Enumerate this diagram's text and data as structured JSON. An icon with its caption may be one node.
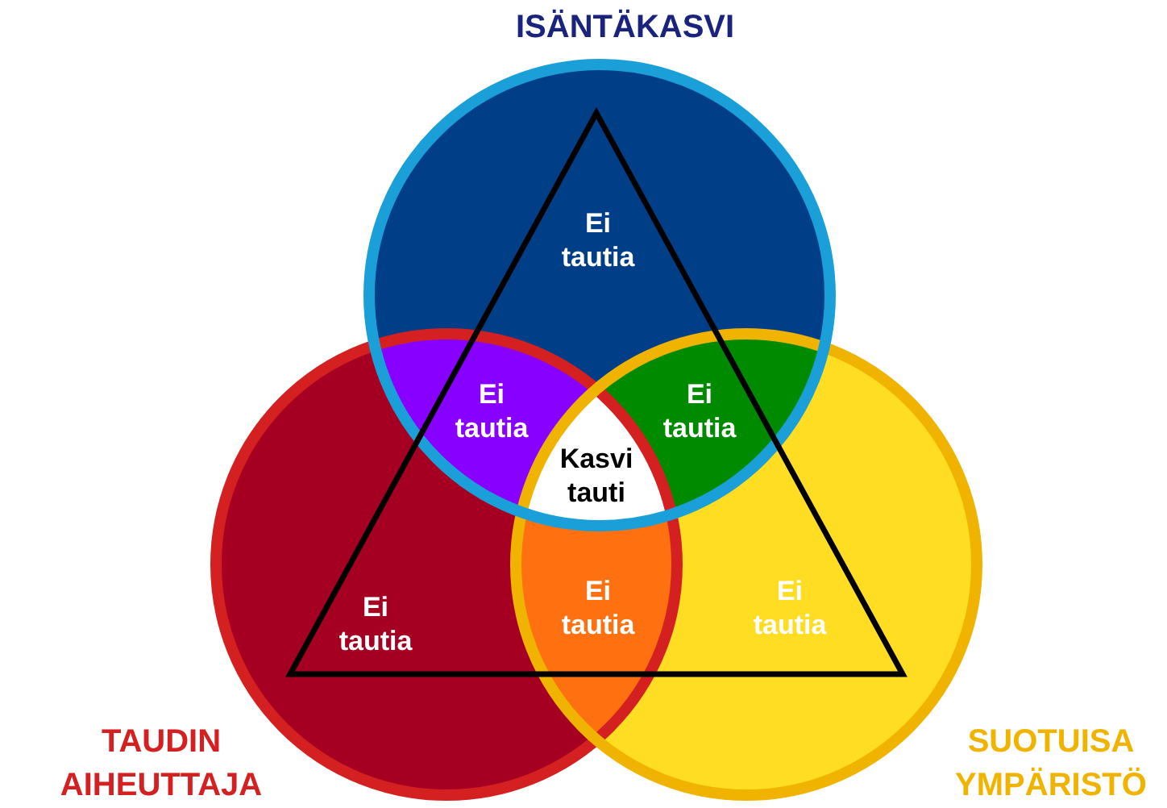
{
  "diagram": {
    "nodes": [
      {
        "text": [
          "ISÄNTÄKASVI"
        ]
      },
      {
        "text": [
          "TAUDIN AIHEUTTAJA"
        ]
      },
      {
        "text": [
          "SUOTUISA YMPÄRISTÖ"
        ]
      }
    ],
    "labels": [
      "Ei tautia",
      "Ei tautia",
      "Ei tautia",
      "Kasvi tauti",
      "Ei tautia",
      "Ei tautia",
      "Ei tautia"
    ]
  }
}
